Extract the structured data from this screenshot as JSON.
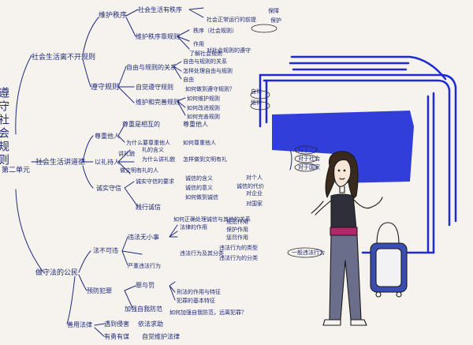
{
  "palette": {
    "paper": "#f6f3ef",
    "ink": "#1f2a78",
    "ink_dark": "#1a1a1a",
    "marker_blue": "#1d2ad6",
    "pants": "#6b6e8a",
    "tag_stroke": "#2a2a2a"
  },
  "root": {
    "title_vertical": "遵守社会规则",
    "unit": "第二单元"
  },
  "branch_1": {
    "title": "社会生活离不开规则",
    "l1": "维护秩序",
    "l1_a": "社会生活有秩序",
    "l1_b": "维护秩序靠规则",
    "l1_b1": "秩序（社会规则）",
    "l1_b2": "作用",
    "l1_c": "社会正常运行的前提",
    "l1_d": "保障",
    "l1_e": "保护",
    "l1_f": "了解社会规则",
    "l1_g": "对社会规则的遵守",
    "l2": "遵守规则",
    "l2_a": "自由与规则的关系",
    "l2_a1": "自由与规则的关系",
    "l2_a2": "怎样处理自由与规则",
    "l2_a3": "自由",
    "l2_b": "自觉遵守规则",
    "l2_b1": "如何做到遵守规则？",
    "l2_c": "维护和完善规则",
    "l2_c1": "如何维护规则",
    "l2_c2": "如何改进规则",
    "l2_c3": "如何完善规则",
    "l2_tag1": "自律",
    "l2_tag2": "他律"
  },
  "branch_2": {
    "title": "社会生活讲道德",
    "l1": "尊重他人",
    "l1_a": "尊重是相互的",
    "l1_b": "尊重他人",
    "l1_b1": "为什么要尊重他人",
    "l1_b2": "如何尊重他人",
    "l2": "以礼待人",
    "l2_a": "礼的含义",
    "l2_b": "讲礼貌",
    "l2_b1": "为什么讲礼貌",
    "l2_b2": "怎样做到文明有礼",
    "l2_c": "做文明有礼的人",
    "l2_tags": [
      "对于个人",
      "对于社会",
      "对于国家"
    ],
    "l3": "诚实守信",
    "l3_a": "诚实守信的要求",
    "l3_b": "诚信的含义",
    "l3_c": "诚信的意义",
    "l3_d": "践行诚信",
    "l3_e": "如何做到诚信",
    "l3_f": "诚信的代价",
    "l3_tags": [
      "对个人",
      "对企业",
      "对国家"
    ],
    "l3_g": "如何正确处理诚信与其他的关系"
  },
  "branch_3": {
    "title": "做守法的公民",
    "l1": "法不可违",
    "l1_a": "违法无小事",
    "l1_a1": "法律的作用",
    "l1_a2": "规范作用",
    "l1_a3": "保护作用",
    "l1_a4": "惩罚作用",
    "l1_b": "违法行为及其分类",
    "l1_b1": "违法行为的类型",
    "l1_b2": "违法行为的分类",
    "l1_c": "严重违法行为",
    "l1_tag": "一般违法行为",
    "l2": "预防犯罪",
    "l2_a": "罪与罚",
    "l2_a1": "刑法的作用与特征",
    "l2_a2": "犯罪的基本特征",
    "l2_b": "加强自我防范",
    "l2_b1": "如何加强自我防范，远离犯罪？",
    "l3": "善用法律",
    "l3_a": "遇到侵害",
    "l3_a1": "依法求助",
    "l3_b": "有勇有谋",
    "l3_b1": "自觉维护法律"
  }
}
